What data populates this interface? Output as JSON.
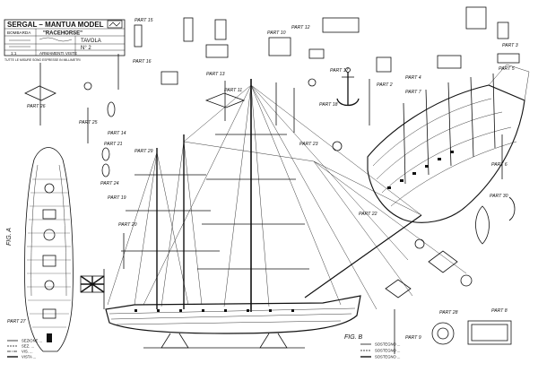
{
  "title_block": {
    "brand": "SERGAL – MANTUA MODEL",
    "model_name": "\"RACEHORSE\"",
    "type": "BOMBARDA",
    "sheet_word": "TAVOLA",
    "sheet_number": "N° 2",
    "scale": "1:1",
    "sheet_subtitle": "ARMAMENTI VISTE",
    "note": "TUTTE LE MISURE SONO ESPRESSE IN MILLIMETRI"
  },
  "part_labels": [
    "PART 10",
    "PART 13",
    "PART 12",
    "PART 6",
    "PART 11",
    "PART 14",
    "PART 15",
    "PART 16",
    "PART 17",
    "PART 18",
    "PART 19",
    "PART 20",
    "PART 21",
    "PART 22",
    "PART 23",
    "PART 24",
    "PART 25",
    "PART 26",
    "PART 27",
    "PART 28",
    "PART 29",
    "PART 30",
    "PART 2",
    "PART 3",
    "PART 4",
    "PART 5",
    "PART 7",
    "PART 8",
    "PART 9"
  ],
  "figure_labels": {
    "fig_a": "FIG. A",
    "fig_b": "FIG. B"
  },
  "legend": {
    "col_1": [
      "SEZIONE ...",
      "SEZ. ...",
      "VIS. ...",
      "VISTA ..."
    ],
    "col_2": [
      "SOSTEGNO ...",
      "SOSTEGNO ...",
      "SOSTEGNO ..."
    ]
  },
  "icons": [
    "brand-logo-icon",
    "ship-hull-icon",
    "anchor-icon"
  ]
}
